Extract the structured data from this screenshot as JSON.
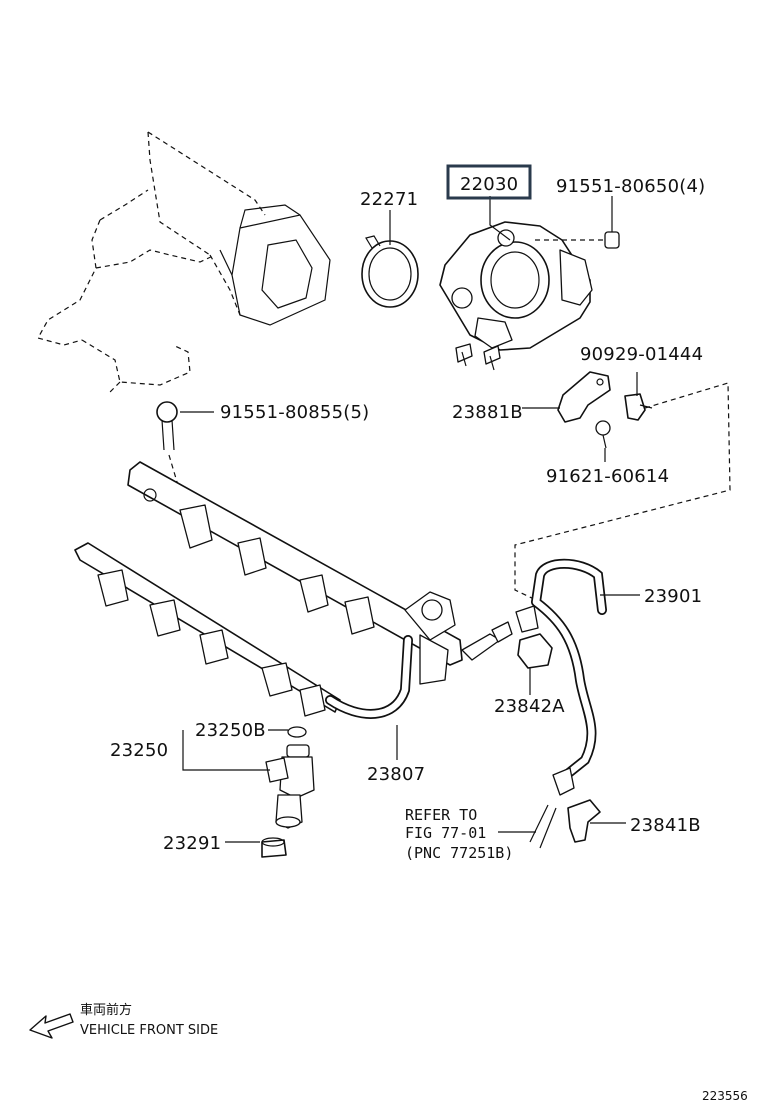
{
  "callouts": {
    "p22030": "22030",
    "p22271": "22271",
    "p91551_80650": "91551-80650(4)",
    "p91551_80855": "91551-80855(5)",
    "p90929_01444": "90929-01444",
    "p23881B": "23881B",
    "p91621_60614": "91621-60614",
    "p23901": "23901",
    "p23842A": "23842A",
    "p23250B": "23250B",
    "p23250": "23250",
    "p23807": "23807",
    "p23291": "23291",
    "p23841B": "23841B"
  },
  "refer_note": {
    "line1": "REFER TO",
    "line2": "FIG 77-01",
    "line3": "(PNC 77251B)"
  },
  "front_indicator": {
    "japanese": "車両前方",
    "english": "VEHICLE FRONT SIDE"
  },
  "illustration_id": "223556"
}
